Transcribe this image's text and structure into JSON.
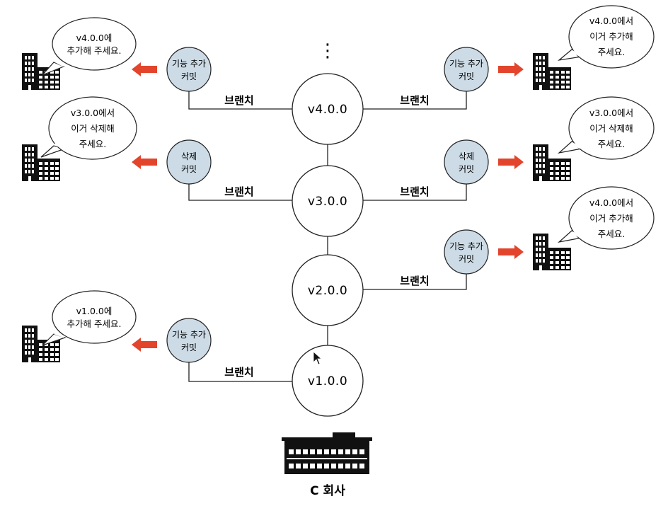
{
  "colors": {
    "line": "#222222",
    "version_fill": "#ffffff",
    "commit_fill": "#ccdbe6",
    "arrow": "#e2452c",
    "building": "#111111"
  },
  "icons": {
    "client_building": "office-building-icon",
    "main_company": "company-hq-icon",
    "arrow_left": "arrow-left-icon",
    "arrow_right": "arrow-right-icon"
  },
  "ellipsis": "⋮",
  "versions": {
    "v4": "v4.0.0",
    "v3": "v3.0.0",
    "v2": "v2.0.0",
    "v1": "v1.0.0"
  },
  "branch_label": "브랜치",
  "commits": {
    "left_v4": [
      "기능 추가",
      "커밋"
    ],
    "left_v3": [
      "삭제",
      "커밋"
    ],
    "left_v1": [
      "기능 추가",
      "커밋"
    ],
    "right_v4": [
      "기능 추가",
      "커밋"
    ],
    "right_v3": [
      "삭제",
      "커밋"
    ],
    "right_v2": [
      "기능 추가",
      "커밋"
    ]
  },
  "bubbles": {
    "left_v4": [
      "v4.0.0에",
      "추가해 주세요."
    ],
    "left_v3": [
      "v3.0.0에서",
      "이거 삭제해",
      "주세요."
    ],
    "left_v1": [
      "v1.0.0에",
      "추가해 주세요."
    ],
    "right_v4": [
      "v4.0.0에서",
      "이거 추가해",
      "주세요."
    ],
    "right_v3": [
      "v3.0.0에서",
      "이거 삭제해",
      "주세요."
    ],
    "right_v2": [
      "v4.0.0에서",
      "이거 추가해",
      "주세요."
    ]
  },
  "company_label": "C 회사"
}
